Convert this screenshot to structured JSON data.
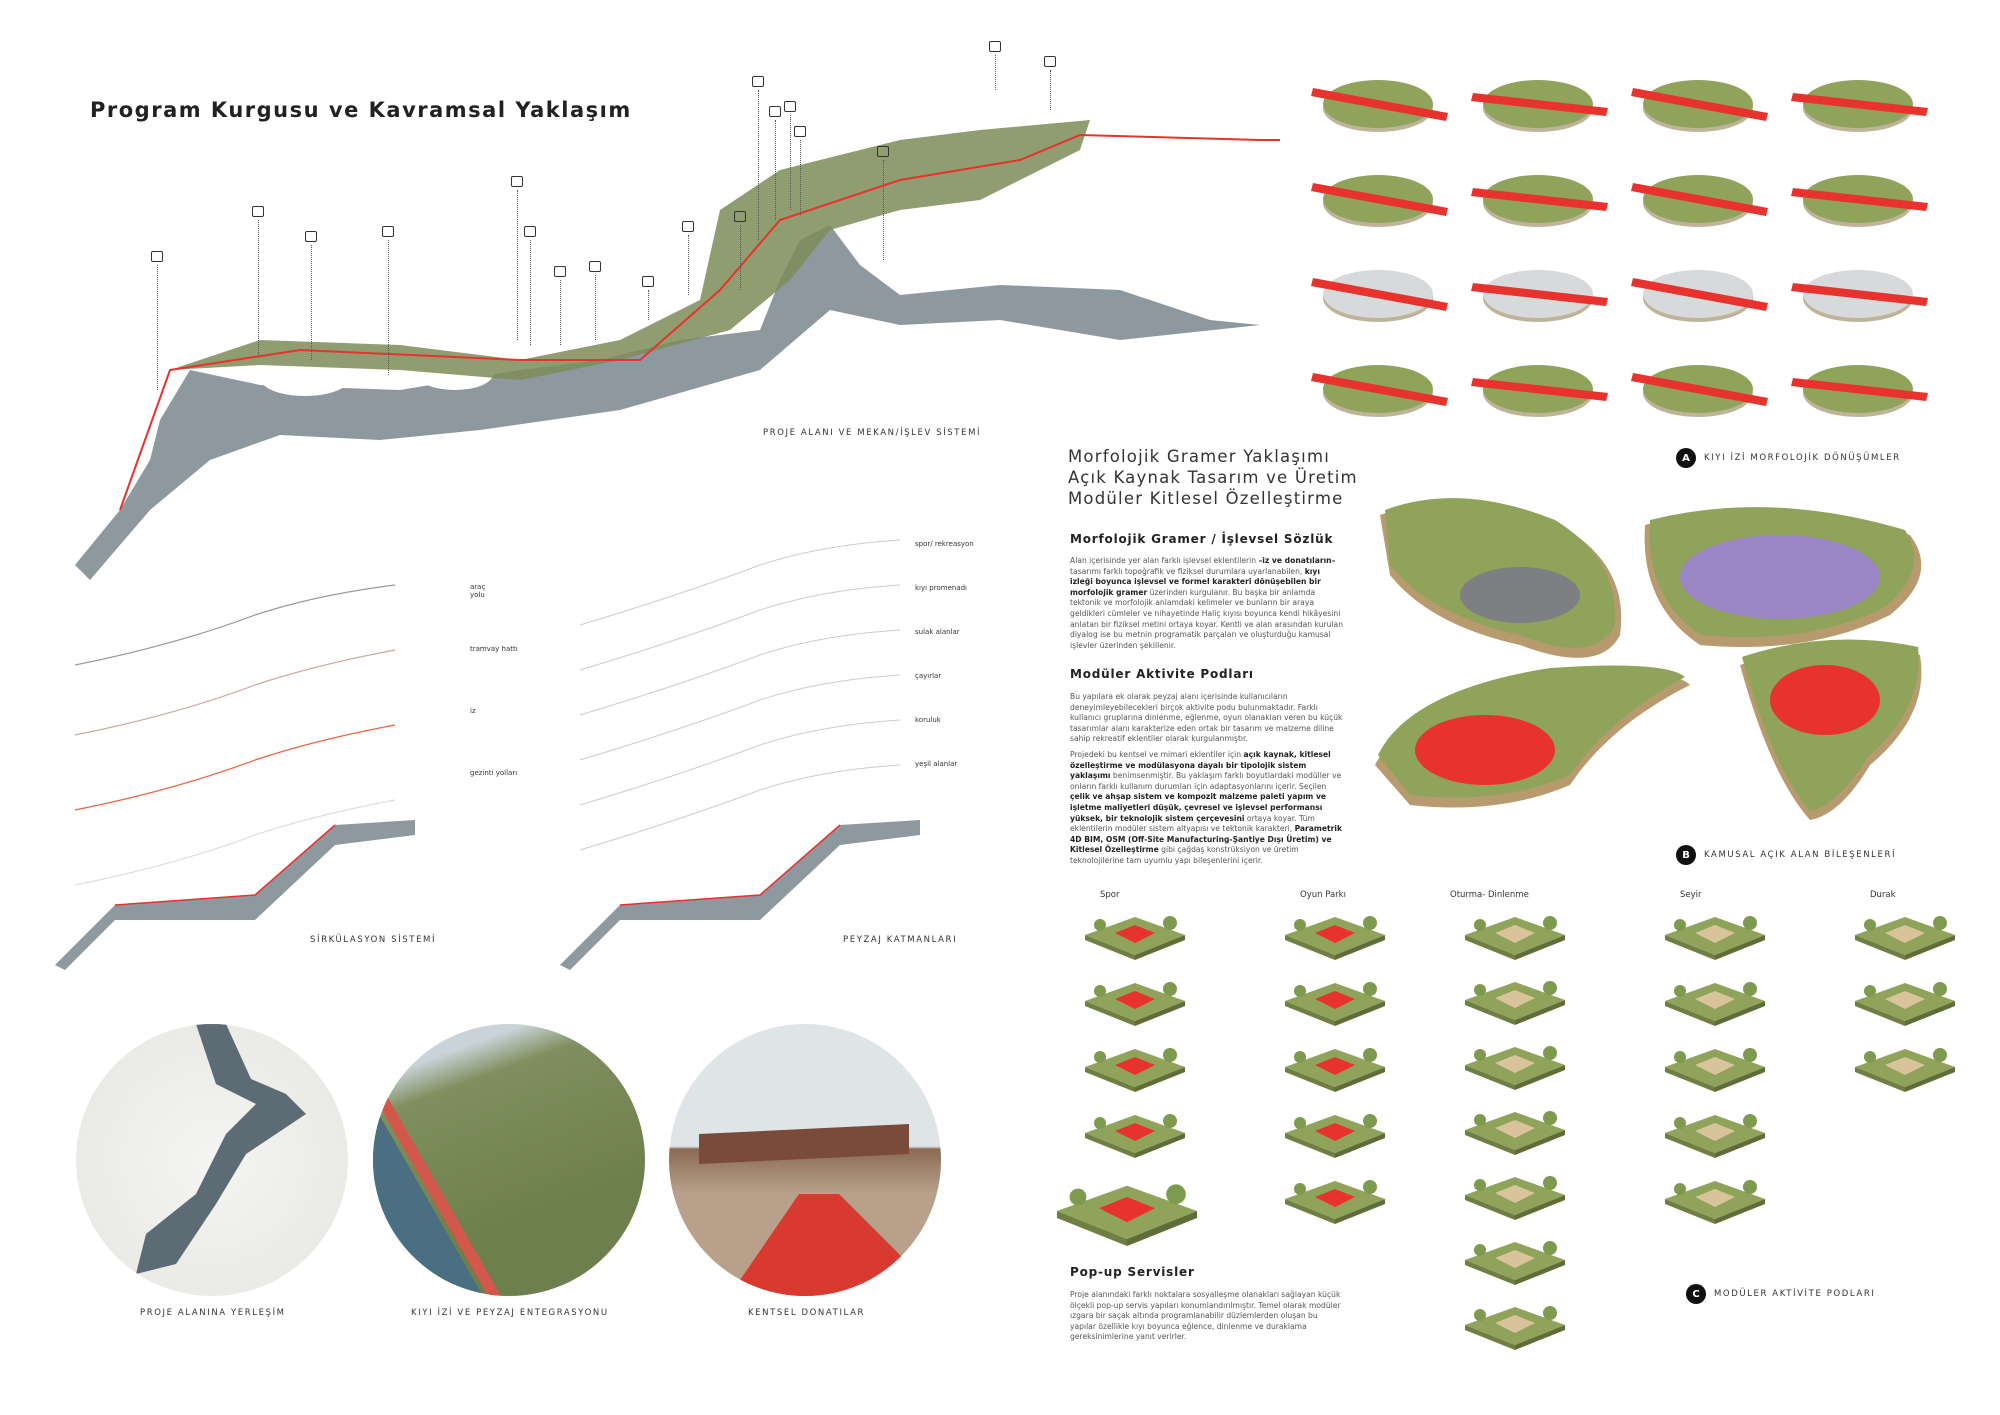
{
  "title": "Program Kurgusu ve Kavramsal Yaklaşım",
  "map_caption": "PROJE ALANI VE MEKAN/İŞLEV SİSTEMİ",
  "section_a": {
    "badge": "A",
    "label": "KIYI İZİ MORFOLOJİK DÖNÜŞÜMLER"
  },
  "section_b": {
    "badge": "B",
    "label": "KAMUSAL AÇIK ALAN BİLEŞENLERİ"
  },
  "section_c": {
    "badge": "C",
    "label": "MODÜLER AKTİVİTE PODLARI"
  },
  "heading_lines": [
    "Morfolojik Gramer Yaklaşımı",
    "Açık Kaynak Tasarım ve Üretim",
    "Modüler Kitlesel Özelleştirme"
  ],
  "sozluk": {
    "title": "Morfolojik Gramer / İşlevsel Sözlük",
    "p1_a": "Alan içerisinde yer alan farklı işlevsel eklentilerin ",
    "p1_b": "–iz ve donatıların–",
    "p1_c": " tasarımı farklı topoğrafik ve fiziksel durumlara uyarlanabilen, ",
    "p1_d": "kıyı izleği boyunca işlevsel ve formel karakteri dönüşebilen bir morfolojik gramer",
    "p1_e": " üzerinden kurgulanır. Bu başka bir anlamda tektonik ve morfolojik anlamdaki kelimeler ve bunların bir araya geldikleri cümleler ve nihayetinde Haliç kıyısı boyunca kendi hikâyesini anlatan bir fiziksel metini ortaya koyar. Kentli ve alan arasından kurulan diyalog ise bu metnin programatik parçaları ve oluşturduğu kamusal işlevler üzerinden şekillenir."
  },
  "podlar": {
    "title": "Modüler Aktivite Podları",
    "p1": "Bu yapılara ek olarak peyzaj alanı içerisinde kullanıcıların deneyimleyebilecekleri birçok aktivite podu bulunmaktadır. Farklı kullanıcı gruplarına dinlenme, eğlenme, oyun olanakları veren bu küçük tasarımlar alanı karakterize eden ortak bir tasarım ve malzeme diline sahip rekreatif eklentiler olarak kurgulanmıştır.",
    "p2_a": "Projedeki bu kentsel ve mimari eklentiler için ",
    "p2_b": "açık kaynak, kitlesel özelleştirme ve modülasyona dayalı bir tipolojik sistem yaklaşımı",
    "p2_c": " benimsenmiştir. Bu yaklaşım farklı boyutlardaki modüller ve onların farklı kullanım durumları için adaptasyonlarını içerir. Seçilen ",
    "p2_d": "çelik ve ahşap sistem ve kompozit malzeme paleti yapım ve işletme maliyetleri düşük, çevresel ve işlevsel performansı yüksek, bir teknolojik sistem çerçevesini",
    "p2_e": " ortaya koyar. Tüm eklentilerin modüler sistem altyapısı ve tektonik karakteri, ",
    "p2_f": "Parametrik 4D BIM, OSM (Off-Site Manufacturing-Şantiye Dışı Üretim) ve Kitlesel Özelleştirme",
    "p2_g": " gibi çağdaş konstrüksiyon ve üretim teknolojilerine tam uyumlu yapı bileşenlerini içerir."
  },
  "popup": {
    "title": "Pop-up Servisler",
    "p": "Proje alanındaki farklı noktalara sosyalleşme olanakları sağlayan küçük ölçekli pop-up servis yapıları konumlandırılmıştır. Temel olarak modüler ızgara bir saçak altında programlanabilir düzlemlerden oluşan bu yapılar özellikle kıyı boyunca eğlence, dinlenme ve duraklama gereksinimlerine yanıt verirler."
  },
  "circulation": {
    "caption": "SİRKÜLASYON SİSTEMİ",
    "layers": [
      "araç yolu",
      "tramvay hattı",
      "iz",
      "gezinti yolları"
    ]
  },
  "landscape": {
    "caption": "PEYZAJ KATMANLARI",
    "layers": [
      "spor/ rekreasyon",
      "kıyı promenadı",
      "sulak alanlar",
      "çayırlar",
      "koruluk",
      "yeşil alanlar"
    ]
  },
  "circles": [
    "PROJE ALANINA YERLEŞİM",
    "KIYI İZİ VE PEYZAJ ENTEGRASYONU",
    "KENTSEL DONATILAR"
  ],
  "pods": [
    {
      "title": "Spor",
      "count": 5
    },
    {
      "title": "Oyun Parkı",
      "count": 5
    },
    {
      "title": "Oturma- Dinlenme",
      "count": 7
    },
    {
      "title": "Seyir",
      "count": 5
    },
    {
      "title": "Durak",
      "count": 3
    }
  ],
  "colors": {
    "river": "#8d989f",
    "green": "#8fa35a",
    "red": "#e8322e",
    "purple": "#9a86c4",
    "dark": "#111111"
  }
}
